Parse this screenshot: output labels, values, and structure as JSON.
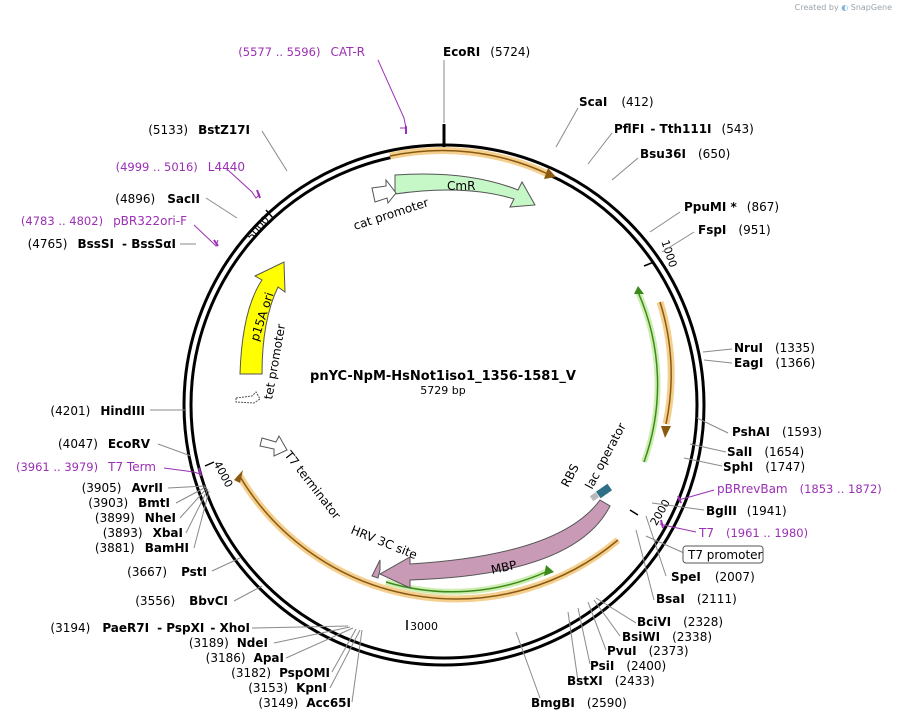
{
  "credit": {
    "prefix": "Created by",
    "brand": "SnapGene"
  },
  "plasmid": {
    "name": "pnYC-NpM-HsNot1iso1_1356-1581_V",
    "size_label": "5729 bp"
  },
  "ticks": [
    "1000",
    "2000",
    "3000",
    "4000",
    "5000"
  ],
  "enzymes": [
    {
      "name": "EcoRI",
      "pos": "(5724)"
    },
    {
      "name": "ScaI",
      "pos": "(412)"
    },
    {
      "name": "PflFI",
      "name2": "Tth111I",
      "pos": "(543)"
    },
    {
      "name": "Bsu36I",
      "pos": "(650)"
    },
    {
      "name": "PpuMI *",
      "pos": "(867)"
    },
    {
      "name": "FspI",
      "pos": "(951)"
    },
    {
      "name": "NruI",
      "pos": "(1335)"
    },
    {
      "name": "EagI",
      "pos": "(1366)"
    },
    {
      "name": "PshAI",
      "pos": "(1593)"
    },
    {
      "name": "SalI",
      "pos": "(1654)"
    },
    {
      "name": "SphI",
      "pos": "(1747)"
    },
    {
      "name": "BglII",
      "pos": "(1941)"
    },
    {
      "name": "SpeI",
      "pos": "(2007)"
    },
    {
      "name": "BsaI",
      "pos": "(2111)"
    },
    {
      "name": "BciVI",
      "pos": "(2328)"
    },
    {
      "name": "BsiWI",
      "pos": "(2338)"
    },
    {
      "name": "PvuI",
      "pos": "(2373)"
    },
    {
      "name": "PsiI",
      "pos": "(2400)"
    },
    {
      "name": "BstXI",
      "pos": "(2433)"
    },
    {
      "name": "BmgBI",
      "pos": "(2590)"
    },
    {
      "name": "Acc65I",
      "pos": "(3149)"
    },
    {
      "name": "KpnI",
      "pos": "(3153)"
    },
    {
      "name": "PspOMI",
      "pos": "(3182)"
    },
    {
      "name": "ApaI",
      "pos": "(3186)"
    },
    {
      "name": "NdeI",
      "pos": "(3189)"
    },
    {
      "name": "PaeR7I",
      "name2": "PspXI",
      "name3": "XhoI",
      "pos": "(3194)"
    },
    {
      "name": "BbvCI",
      "pos": "(3556)"
    },
    {
      "name": "PstI",
      "pos": "(3667)"
    },
    {
      "name": "BamHI",
      "pos": "(3881)"
    },
    {
      "name": "XbaI",
      "pos": "(3893)"
    },
    {
      "name": "NheI",
      "pos": "(3899)"
    },
    {
      "name": "BmtI",
      "pos": "(3903)"
    },
    {
      "name": "AvrII",
      "pos": "(3905)"
    },
    {
      "name": "EcoRV",
      "pos": "(4047)"
    },
    {
      "name": "HindIII",
      "pos": "(4201)"
    },
    {
      "name": "BssSI",
      "name2": "BssSαI",
      "pos": "(4765)"
    },
    {
      "name": "SacII",
      "pos": "(4896)"
    },
    {
      "name": "BstZ17I",
      "pos": "(5133)"
    }
  ],
  "primers": [
    {
      "range": "(5577 .. 5596)",
      "name": "CAT-R"
    },
    {
      "range": "(4999 .. 5016)",
      "name": "L4440"
    },
    {
      "range": "(4783 .. 4802)",
      "name": "pBR322ori-F"
    },
    {
      "range": "(3961 .. 3979)",
      "name": "T7 Term"
    },
    {
      "name": "pBRrevBam",
      "range": "(1853 .. 1872)"
    },
    {
      "name": "T7",
      "range": "(1961 .. 1980)"
    }
  ],
  "features": {
    "cmr": "CmR",
    "cat_promoter": "cat promoter",
    "p15a": "p15A ori",
    "tet_promoter": "tet promoter",
    "t7_terminator": "T7 terminator",
    "mbp": "MBP",
    "hrv": "HRV 3C site",
    "rbs": "RBS",
    "lac_operator": "lac operator",
    "t7_promoter": "T7 promoter"
  },
  "colors": {
    "cmr_fill": "#c6f7c6",
    "p15a_fill": "#ffff00",
    "mbp_fill": "#c99ab5",
    "primer": "#9b2fb5",
    "orf_orange": "#e8a548",
    "orf_green": "#6fbd3a"
  }
}
